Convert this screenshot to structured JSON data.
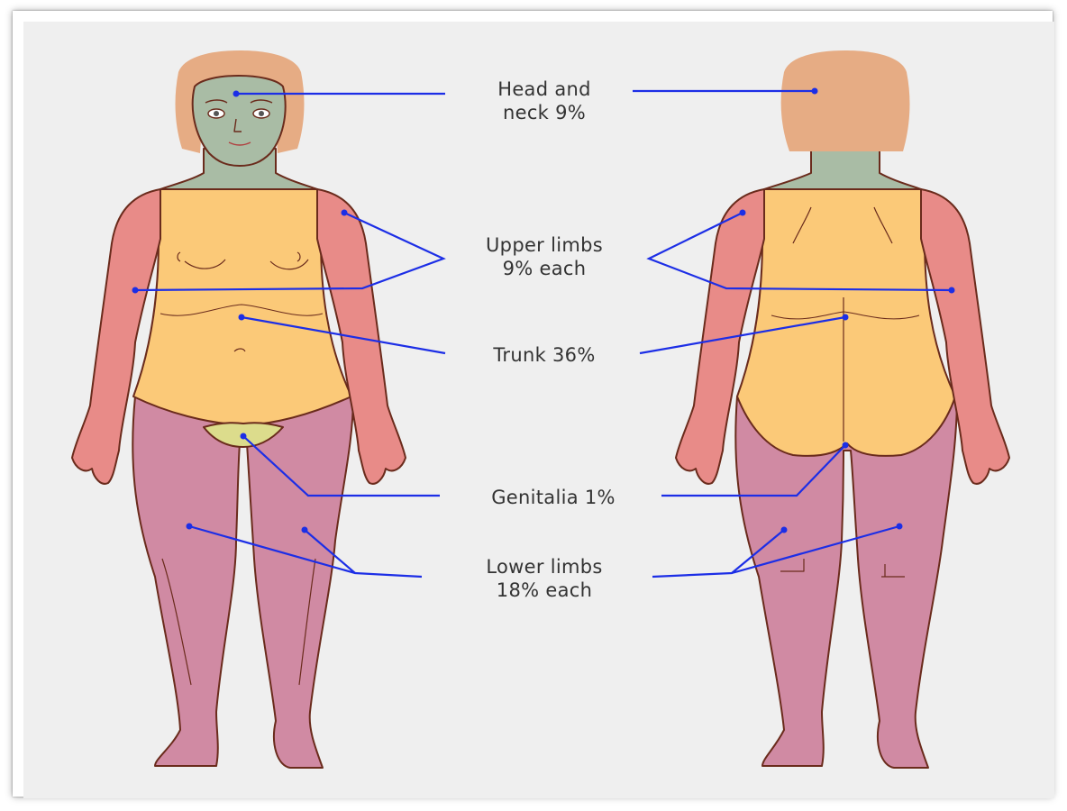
{
  "labels": {
    "head_neck": "Head and\nneck 9%",
    "upper_limbs": "Upper limbs\n9% each",
    "trunk": "Trunk 36%",
    "genitalia": "Genitalia 1%",
    "lower_limbs": "Lower limbs\n18% each"
  },
  "colors": {
    "head_neck": "#a9bca5",
    "hair": "#e6ac84",
    "upper_limbs": "#e88b88",
    "trunk": "#fbc978",
    "genitalia": "#dcdc8c",
    "lower_limbs": "#d08aa3",
    "outline": "#6a2b1c",
    "leader_line": "#1c2ee6"
  }
}
